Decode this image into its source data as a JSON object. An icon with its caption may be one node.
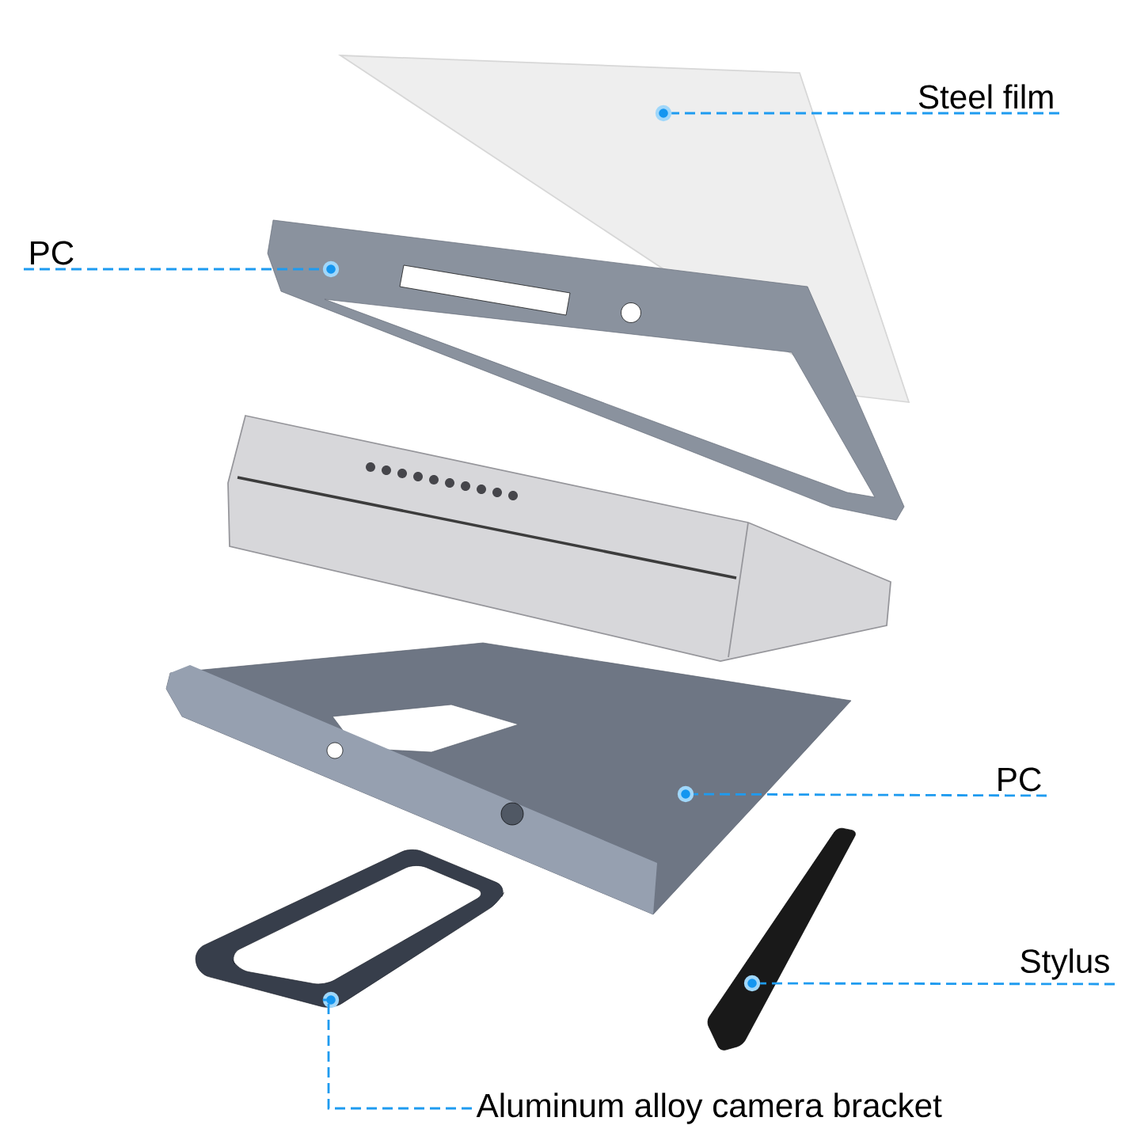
{
  "diagram": {
    "nodes": [
      {
        "text": [
          "Steel film"
        ]
      },
      {
        "text": [],
        "shape": "circle"
      },
      {
        "text": [
          "PC"
        ]
      },
      {
        "text": [],
        "shape": "circle"
      },
      {
        "text": [
          "PC"
        ]
      },
      {
        "text": [],
        "shape": "circle"
      },
      {
        "text": [
          "Stylus"
        ]
      },
      {
        "text": [],
        "shape": "circle"
      },
      {
        "text": [
          "Aluminum alloy camera bracket"
        ]
      },
      {
        "text": [],
        "shape": "circle"
      }
    ],
    "edges": [
      {
        "from": 0,
        "to": 1,
        "arrow": "none",
        "style": "dashed"
      },
      {
        "from": 2,
        "to": 3,
        "arrow": "none",
        "style": "dashed"
      },
      {
        "from": 4,
        "to": 5,
        "arrow": "none",
        "style": "dashed"
      },
      {
        "from": 6,
        "to": 7,
        "arrow": "none",
        "style": "dashed"
      },
      {
        "from": 8,
        "to": 9,
        "arrow": "none",
        "style": "dashed"
      }
    ]
  }
}
